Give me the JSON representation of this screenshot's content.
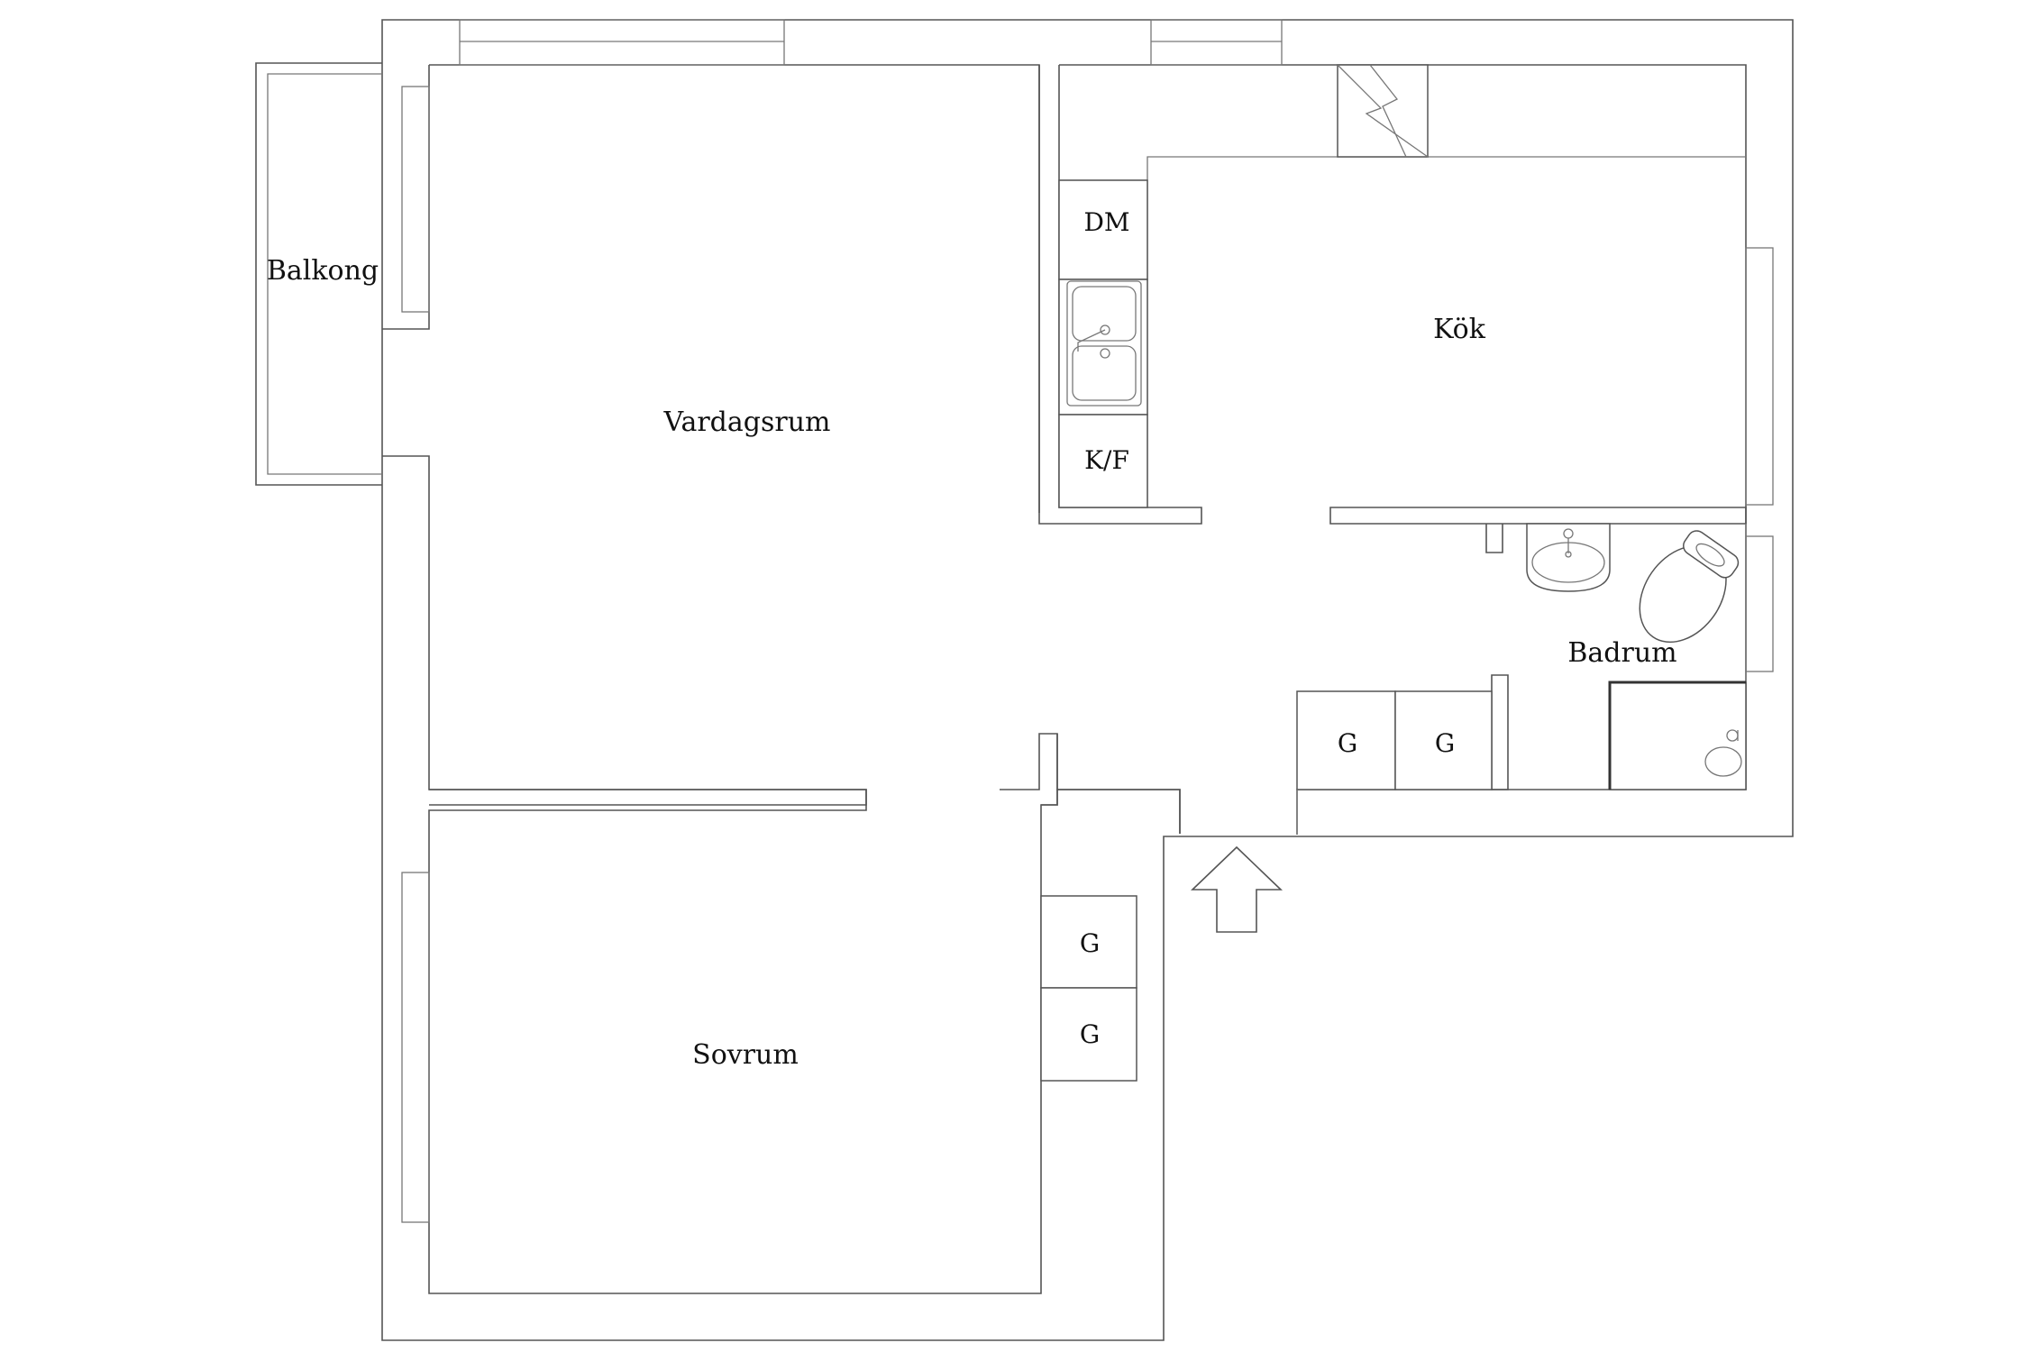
{
  "rooms": {
    "balkong": "Balkong",
    "vardagsrum": "Vardagsrum",
    "kok": "Kök",
    "badrum": "Badrum",
    "sovrum": "Sovrum"
  },
  "fixtures": {
    "dishwasher": "DM",
    "fridge_freezer": "K/F",
    "wardrobe_hall_1": "G",
    "wardrobe_hall_2": "G",
    "wardrobe_bed_1": "G",
    "wardrobe_bed_2": "G"
  },
  "icons": {
    "entrance": "entrance-arrow-icon",
    "sink": "kitchen-sink-icon",
    "basin": "wash-basin-icon",
    "toilet": "toilet-icon",
    "shower": "shower-icon",
    "stove": "chimney-icon"
  }
}
